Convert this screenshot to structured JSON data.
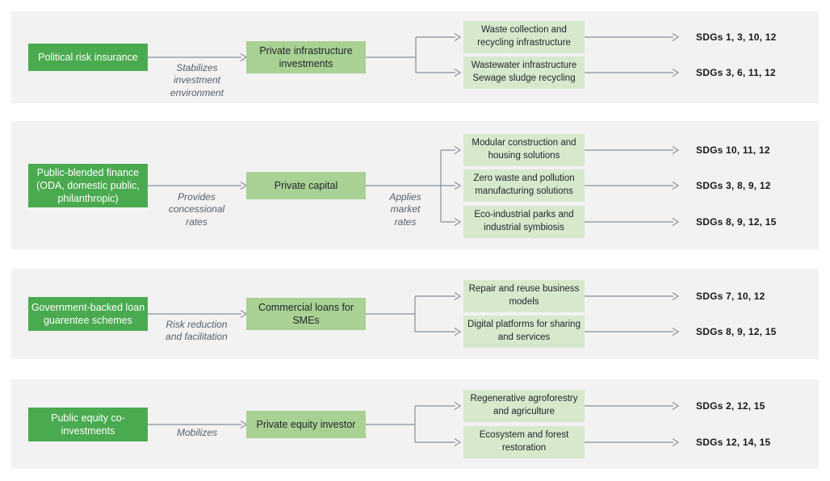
{
  "diagram": {
    "colors": {
      "source_box": "#4aaa4f",
      "intermediary_box": "#a9d193",
      "outcome_box": "#d7e9cd",
      "panel_background": "#f2f2f2",
      "connector_line": "#87909a",
      "mechanism_text": "#555f6a",
      "sdg_text": "#15191d"
    },
    "rows": [
      {
        "source": "Political risk insurance",
        "mechanism": "Stabilizes investment environment",
        "intermediary": "Private infrastructure investments",
        "outcomes": [
          {
            "label": "Waste collection and recycling infrastructure",
            "sdgs": "SDGs 1, 3, 10, 12"
          },
          {
            "label": "Wastewater infrastructure Sewage sludge recycling",
            "sdgs": "SDGs 3, 6, 11, 12"
          }
        ]
      },
      {
        "source": "Public-blended finance (ODA, domestic public, philanthropic)",
        "mechanism": "Provides concessional rates",
        "intermediary": "Private capital",
        "intermediary_note": "Applies market rates",
        "outcomes": [
          {
            "label": "Modular construction and housing solutions",
            "sdgs": "SDGs 10, 11, 12"
          },
          {
            "label": "Zero waste and pollution manufacturing solutions",
            "sdgs": "SDGs 3, 8, 9, 12"
          },
          {
            "label": "Eco-industrial parks and industrial symbiosis",
            "sdgs": "SDGs 8, 9, 12, 15"
          }
        ]
      },
      {
        "source": "Government-backed loan guarentee schemes",
        "mechanism": "Risk reduction and facilitation",
        "intermediary": "Commercial loans for SMEs",
        "outcomes": [
          {
            "label": "Repair and reuse business models",
            "sdgs": "SDGs 7, 10, 12"
          },
          {
            "label": "Digital platforms for sharing and services",
            "sdgs": "SDGs 8, 9, 12, 15"
          }
        ]
      },
      {
        "source": "Public equity co-investments",
        "mechanism": "Mobilizes",
        "intermediary": "Private equity investor",
        "outcomes": [
          {
            "label": "Regenerative agroforestry and agriculture",
            "sdgs": "SDGs 2, 12, 15"
          },
          {
            "label": "Ecosystem and forest restoration",
            "sdgs": "SDGs 12, 14, 15"
          }
        ]
      }
    ]
  }
}
